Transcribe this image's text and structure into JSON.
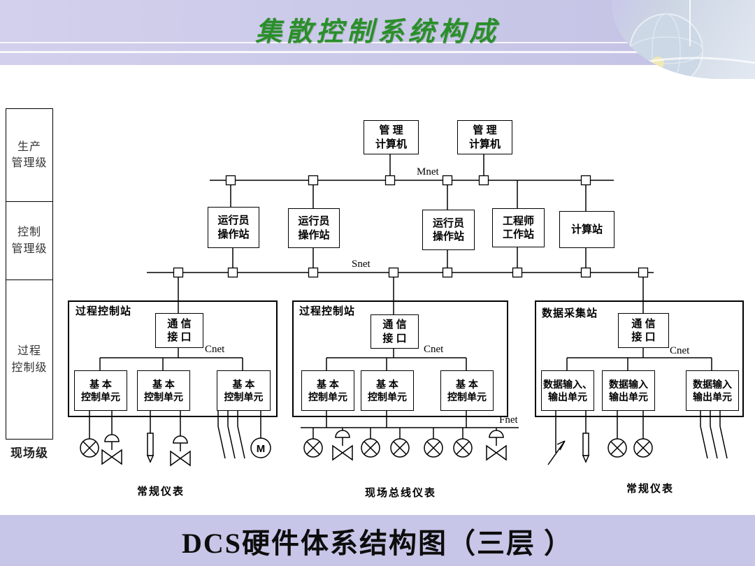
{
  "slide": {
    "title": "集散控制系统构成",
    "caption": "DCS硬件体系结构图（三层 ）"
  },
  "sidebar": {
    "levels": [
      {
        "line1": "生产",
        "line2": "管理级"
      },
      {
        "line1": "控制",
        "line2": "管理级"
      },
      {
        "line1": "过程",
        "line2": "控制级"
      }
    ],
    "field_label": "现场级"
  },
  "networks": {
    "mnet": "Mnet",
    "snet": "Snet",
    "fnet": "Fnet"
  },
  "management_computers": [
    {
      "line1": "管  理",
      "line2": "计算机"
    },
    {
      "line1": "管  理",
      "line2": "计算机"
    }
  ],
  "workstations": [
    {
      "line1": "运行员",
      "line2": "操作站"
    },
    {
      "line1": "运行员",
      "line2": "操作站"
    },
    {
      "line1": "运行员",
      "line2": "操作站"
    },
    {
      "line1": "工程师",
      "line2": "工作站"
    },
    {
      "line1": "计算站"
    }
  ],
  "stations": [
    {
      "title": "过程控制站",
      "comm": {
        "line1": "通  信",
        "line2": "接  口"
      },
      "cnet_label": "Cnet",
      "units": [
        {
          "line1": "基  本",
          "line2": "控制单元"
        },
        {
          "line1": "基  本",
          "line2": "控制单元"
        },
        {
          "line1": "基  本",
          "line2": "控制单元"
        }
      ],
      "field_caption": "常规仪表"
    },
    {
      "title": "过程控制站",
      "comm": {
        "line1": "通  信",
        "line2": "接  口"
      },
      "cnet_label": "Cnet",
      "units": [
        {
          "line1": "基  本",
          "line2": "控制单元"
        },
        {
          "line1": "基  本",
          "line2": "控制单元"
        },
        {
          "line1": "基  本",
          "line2": "控制单元"
        }
      ],
      "field_caption": "现场总线仪表"
    },
    {
      "title": "数据采集站",
      "comm": {
        "line1": "通  信",
        "line2": "接  口"
      },
      "cnet_label": "Cnet",
      "units": [
        {
          "line1": "数据输入、",
          "line2": "输出单元"
        },
        {
          "line1": "数据输入",
          "line2": "输出单元"
        },
        {
          "line1": "数据输入",
          "line2": "输出单元"
        }
      ],
      "field_caption": "常规仪表"
    }
  ],
  "motor_label": "M"
}
